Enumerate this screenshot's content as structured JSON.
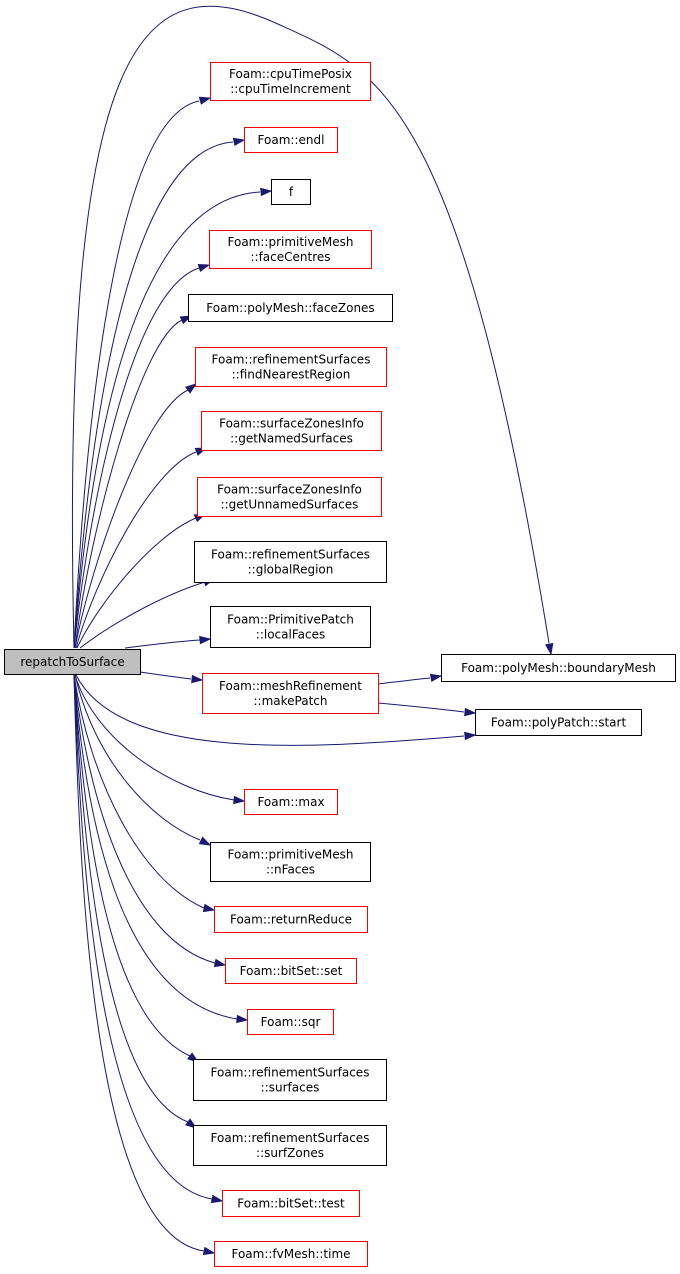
{
  "graph": {
    "colors": {
      "edge": "#191970",
      "border_linked": "#ff0000",
      "border_plain": "#000000",
      "root_fill": "#bfbfbf"
    },
    "root": {
      "id": "root",
      "lines": [
        "repatchToSurface"
      ]
    },
    "nodes": [
      {
        "id": "cpuTimeIncrement",
        "lines": [
          "Foam::cpuTimePosix",
          "::cpuTimeIncrement"
        ],
        "border": "red"
      },
      {
        "id": "endl",
        "lines": [
          "Foam::endl"
        ],
        "border": "red"
      },
      {
        "id": "f",
        "lines": [
          "f"
        ],
        "border": "black"
      },
      {
        "id": "faceCentres",
        "lines": [
          "Foam::primitiveMesh",
          "::faceCentres"
        ],
        "border": "red"
      },
      {
        "id": "faceZones",
        "lines": [
          "Foam::polyMesh::faceZones"
        ],
        "border": "black"
      },
      {
        "id": "findNearestRegion",
        "lines": [
          "Foam::refinementSurfaces",
          "::findNearestRegion"
        ],
        "border": "red"
      },
      {
        "id": "getNamedSurfaces",
        "lines": [
          "Foam::surfaceZonesInfo",
          "::getNamedSurfaces"
        ],
        "border": "red"
      },
      {
        "id": "getUnnamedSurfaces",
        "lines": [
          "Foam::surfaceZonesInfo",
          "::getUnnamedSurfaces"
        ],
        "border": "red"
      },
      {
        "id": "globalRegion",
        "lines": [
          "Foam::refinementSurfaces",
          "::globalRegion"
        ],
        "border": "black"
      },
      {
        "id": "localFaces",
        "lines": [
          "Foam::PrimitivePatch",
          "::localFaces"
        ],
        "border": "black"
      },
      {
        "id": "makePatch",
        "lines": [
          "Foam::meshRefinement",
          "::makePatch"
        ],
        "border": "red"
      },
      {
        "id": "boundaryMesh",
        "lines": [
          "Foam::polyMesh::boundaryMesh"
        ],
        "border": "black"
      },
      {
        "id": "start",
        "lines": [
          "Foam::polyPatch::start"
        ],
        "border": "black"
      },
      {
        "id": "max",
        "lines": [
          "Foam::max"
        ],
        "border": "red"
      },
      {
        "id": "nFaces",
        "lines": [
          "Foam::primitiveMesh",
          "::nFaces"
        ],
        "border": "black"
      },
      {
        "id": "returnReduce",
        "lines": [
          "Foam::returnReduce"
        ],
        "border": "red"
      },
      {
        "id": "set",
        "lines": [
          "Foam::bitSet::set"
        ],
        "border": "red"
      },
      {
        "id": "sqr",
        "lines": [
          "Foam::sqr"
        ],
        "border": "red"
      },
      {
        "id": "surfaces",
        "lines": [
          "Foam::refinementSurfaces",
          "::surfaces"
        ],
        "border": "black"
      },
      {
        "id": "surfZones",
        "lines": [
          "Foam::refinementSurfaces",
          "::surfZones"
        ],
        "border": "black"
      },
      {
        "id": "test",
        "lines": [
          "Foam::bitSet::test"
        ],
        "border": "red"
      },
      {
        "id": "time",
        "lines": [
          "Foam::fvMesh::time"
        ],
        "border": "red"
      }
    ],
    "edges": [
      [
        "root",
        "cpuTimeIncrement"
      ],
      [
        "root",
        "endl"
      ],
      [
        "root",
        "f"
      ],
      [
        "root",
        "faceCentres"
      ],
      [
        "root",
        "faceZones"
      ],
      [
        "root",
        "findNearestRegion"
      ],
      [
        "root",
        "getNamedSurfaces"
      ],
      [
        "root",
        "getUnnamedSurfaces"
      ],
      [
        "root",
        "globalRegion"
      ],
      [
        "root",
        "localFaces"
      ],
      [
        "root",
        "makePatch"
      ],
      [
        "root",
        "boundaryMesh"
      ],
      [
        "root",
        "start"
      ],
      [
        "root",
        "max"
      ],
      [
        "root",
        "nFaces"
      ],
      [
        "root",
        "returnReduce"
      ],
      [
        "root",
        "set"
      ],
      [
        "root",
        "sqr"
      ],
      [
        "root",
        "surfaces"
      ],
      [
        "root",
        "surfZones"
      ],
      [
        "root",
        "test"
      ],
      [
        "root",
        "time"
      ],
      [
        "makePatch",
        "boundaryMesh"
      ],
      [
        "makePatch",
        "start"
      ]
    ]
  }
}
